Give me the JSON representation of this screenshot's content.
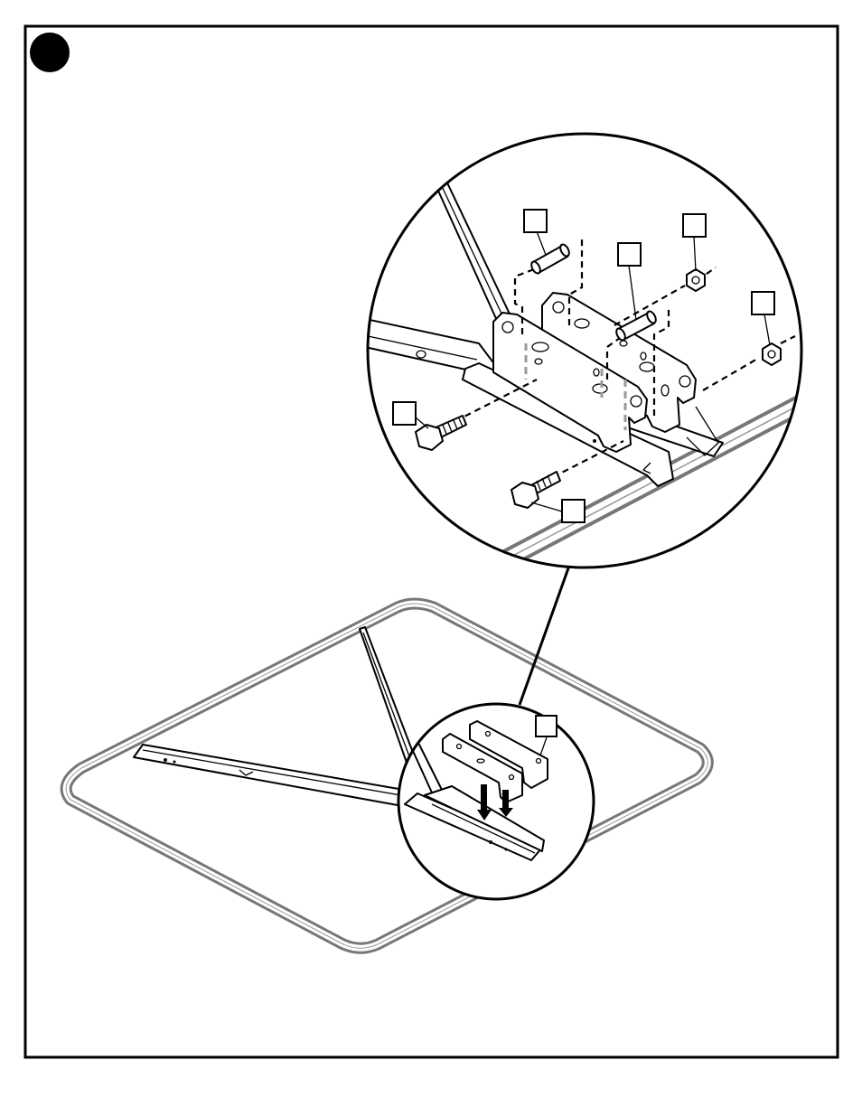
{
  "diagram": {
    "step_marker": {
      "shape": "filled-circle",
      "color": "#000000",
      "label": ""
    },
    "frame_color": "#000000",
    "tube_color": "#777777",
    "detail_view": {
      "callouts": [
        {
          "id": "callout-spacer-left",
          "label": ""
        },
        {
          "id": "callout-spacer-right",
          "label": ""
        },
        {
          "id": "callout-nut-top",
          "label": ""
        },
        {
          "id": "callout-nut-right",
          "label": ""
        },
        {
          "id": "callout-bolt-left",
          "label": ""
        },
        {
          "id": "callout-bolt-bottom",
          "label": ""
        }
      ]
    },
    "lower_view": {
      "callouts": [
        {
          "id": "callout-brackets",
          "label": ""
        }
      ]
    }
  }
}
